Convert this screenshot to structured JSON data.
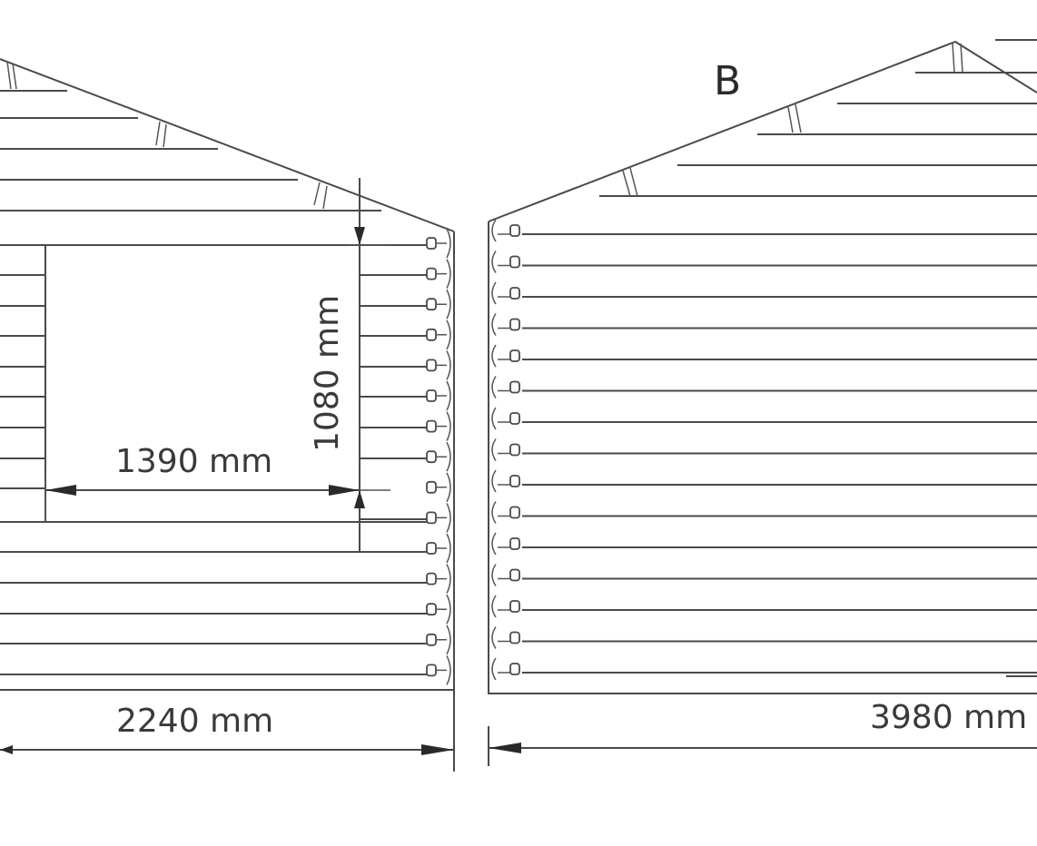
{
  "view_b_label": "B",
  "window_height_dim": "1080 mm",
  "window_width_dim": "1390 mm",
  "wall_a_width_dim": "2240 mm",
  "wall_b_width_dim": "3980 mm",
  "line_color": "#4a4a4a"
}
